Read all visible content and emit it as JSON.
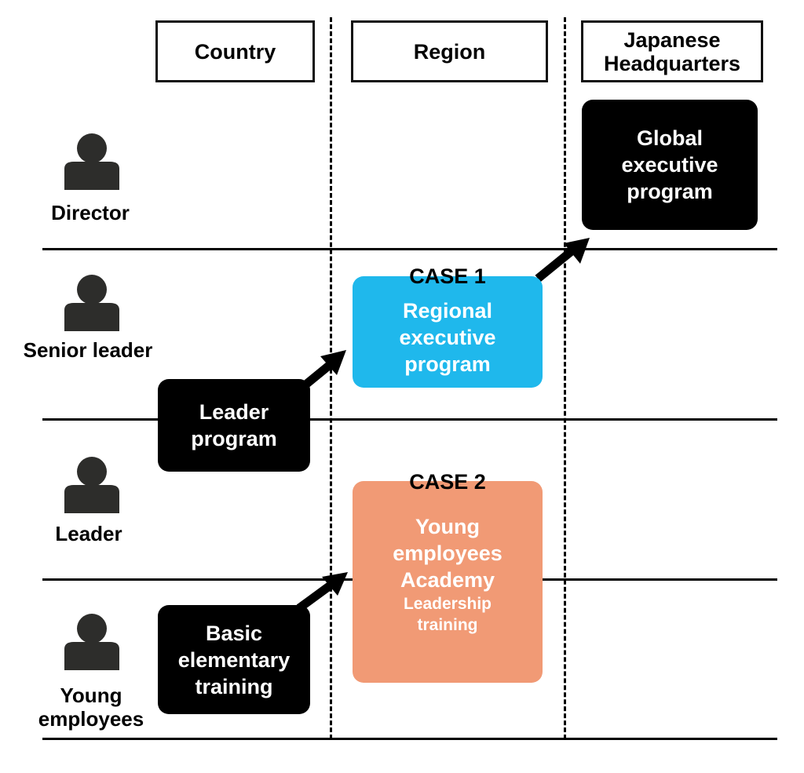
{
  "columns": [
    {
      "label_lines": [
        "Country"
      ]
    },
    {
      "label_lines": [
        "Region"
      ]
    },
    {
      "label_lines": [
        "Japanese",
        "Headquarters"
      ]
    }
  ],
  "roles": [
    {
      "label_lines": [
        "Director"
      ],
      "icon": "person-icon"
    },
    {
      "label_lines": [
        "Senior leader"
      ],
      "icon": "person-icon"
    },
    {
      "label_lines": [
        "Leader"
      ],
      "icon": "person-icon"
    },
    {
      "label_lines": [
        "Young",
        "employees"
      ],
      "icon": "person-icon"
    }
  ],
  "programs": {
    "global_executive": {
      "lines": [
        "Global",
        "executive",
        "program"
      ],
      "color": "#000000"
    },
    "regional_executive": {
      "case": "CASE 1",
      "lines": [
        "Regional",
        "executive",
        "program"
      ],
      "color": "#1fb8ec"
    },
    "leader_program": {
      "lines": [
        "Leader",
        "program"
      ],
      "color": "#000000"
    },
    "young_academy": {
      "case": "CASE 2",
      "lines": [
        "Young",
        "employees",
        "Academy"
      ],
      "sub_lines": [
        "Leadership",
        "training"
      ],
      "color": "#f19a75"
    },
    "basic_training": {
      "lines": [
        "Basic",
        "elementary",
        "training"
      ],
      "color": "#000000"
    }
  },
  "arrows": [
    {
      "from": "leader_program",
      "to": "regional_executive"
    },
    {
      "from": "regional_executive",
      "to": "global_executive"
    },
    {
      "from": "basic_training",
      "to": "young_academy"
    }
  ]
}
